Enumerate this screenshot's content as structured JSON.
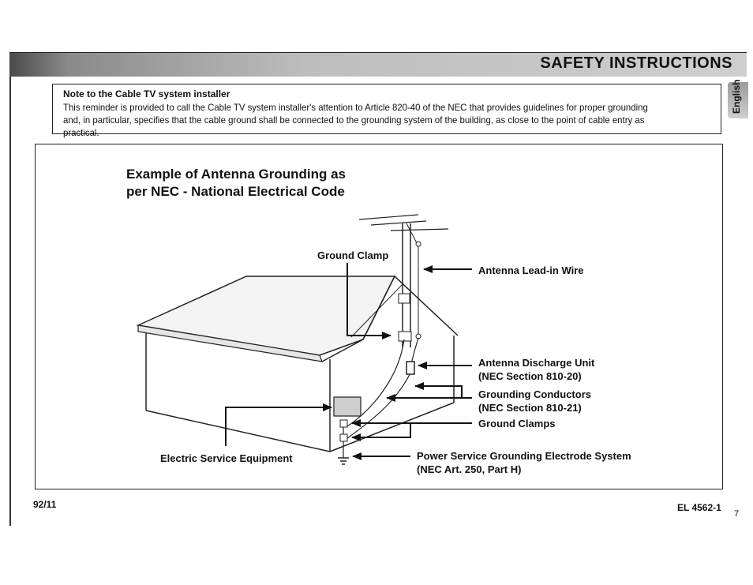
{
  "header": {
    "title": "SAFETY INSTRUCTIONS",
    "language_tab": "English"
  },
  "note": {
    "title": "Note to the Cable TV system installer",
    "body": "This reminder is provided to call the Cable TV system installer's attention to Article 820-40 of the NEC that provides guidelines for proper grounding and, in particular, specifies that the cable ground shall be connected to the grounding system of the building, as close to the point of cable entry as practical."
  },
  "figure": {
    "title_line1": "Example of Antenna Grounding as",
    "title_line2": "per NEC - National Electrical Code",
    "labels": {
      "ground_clamp": "Ground Clamp",
      "lead_in_wire": "Antenna Lead-in Wire",
      "discharge_unit_1": "Antenna Discharge Unit",
      "discharge_unit_2": "(NEC Section 810-20)",
      "grounding_conductors_1": "Grounding Conductors",
      "grounding_conductors_2": "(NEC Section 810-21)",
      "ground_clamps": "Ground Clamps",
      "electric_service": "Electric Service Equipment",
      "power_service_1": "Power Service Grounding Electrode System",
      "power_service_2": "(NEC Art. 250, Part H)"
    }
  },
  "footer": {
    "date": "92/11",
    "code": "EL 4562-1",
    "page": "7"
  }
}
